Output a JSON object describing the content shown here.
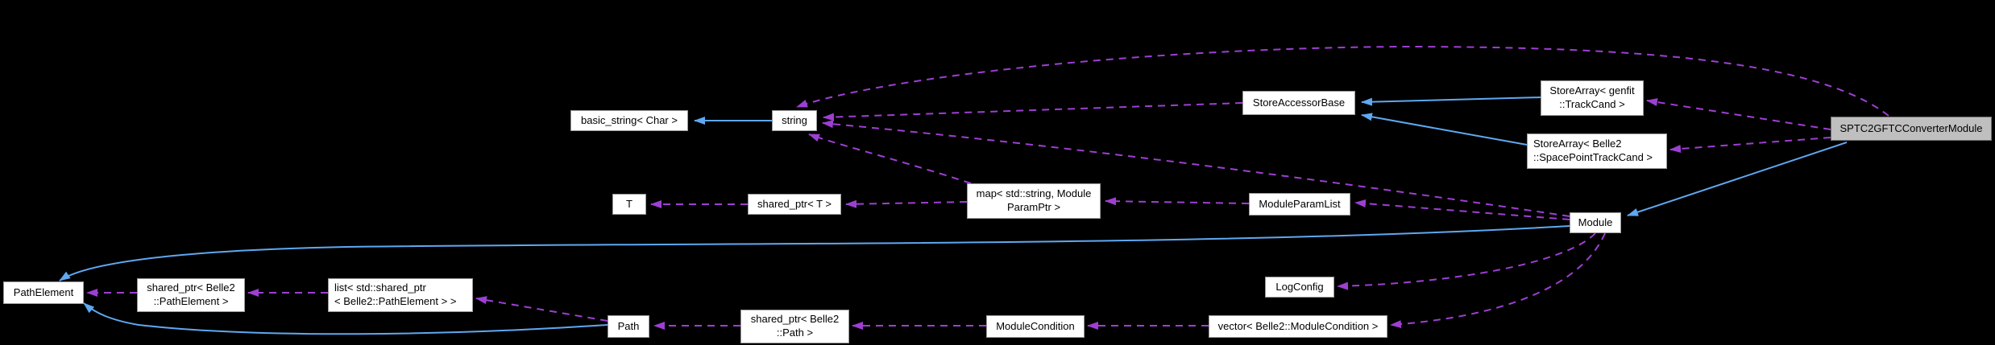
{
  "diagram": {
    "kind": "collaboration-graph",
    "highlighted_node": "SPTC2GFTCConverterModule",
    "nodes": {
      "basic_string": {
        "label": "basic_string< Char >"
      },
      "string": {
        "label": "string"
      },
      "store_accessor_base": {
        "label": "StoreAccessorBase"
      },
      "store_array_genfit": {
        "label": "StoreArray< genfit\n::TrackCand >"
      },
      "store_array_belle2": {
        "label": "StoreArray< Belle2\n::SpacePointTrackCand >"
      },
      "sptc2gftc": {
        "label": "SPTC2GFTCConverterModule"
      },
      "t": {
        "label": "T"
      },
      "shared_ptr_t": {
        "label": "shared_ptr< T >"
      },
      "map_param": {
        "label": "map< std::string, Module\nParamPtr >"
      },
      "module_param_list": {
        "label": "ModuleParamList"
      },
      "module": {
        "label": "Module"
      },
      "path_element": {
        "label": "PathElement"
      },
      "shared_ptr_path_element": {
        "label": "shared_ptr< Belle2\n::PathElement >"
      },
      "list_shared_ptr": {
        "label": "list< std::shared_ptr\n< Belle2::PathElement > >"
      },
      "path": {
        "label": "Path"
      },
      "shared_ptr_path": {
        "label": "shared_ptr< Belle2\n::Path >"
      },
      "module_condition": {
        "label": "ModuleCondition"
      },
      "vector_module_condition": {
        "label": "vector< Belle2::ModuleCondition >"
      },
      "log_config": {
        "label": "LogConfig"
      }
    },
    "edges": [
      {
        "from": "string",
        "to": "basic_string< Char >",
        "type": "inheritance"
      },
      {
        "from": "StoreArray< genfit::TrackCand >",
        "to": "StoreAccessorBase",
        "type": "inheritance"
      },
      {
        "from": "StoreArray< Belle2::SpacePointTrackCand >",
        "to": "StoreAccessorBase",
        "type": "inheritance"
      },
      {
        "from": "SPTC2GFTCConverterModule",
        "to": "Module",
        "type": "inheritance"
      },
      {
        "from": "Module",
        "to": "PathElement",
        "type": "inheritance"
      },
      {
        "from": "Path",
        "to": "PathElement",
        "type": "inheritance"
      },
      {
        "from": "SPTC2GFTCConverterModule",
        "to": "string",
        "type": "usage"
      },
      {
        "from": "SPTC2GFTCConverterModule",
        "to": "StoreArray< genfit::TrackCand >",
        "type": "usage"
      },
      {
        "from": "SPTC2GFTCConverterModule",
        "to": "StoreArray< Belle2::SpacePointTrackCand >",
        "type": "usage"
      },
      {
        "from": "StoreAccessorBase",
        "to": "string",
        "type": "usage"
      },
      {
        "from": "Module",
        "to": "string",
        "type": "usage"
      },
      {
        "from": "map< std::string, ModuleParamPtr >",
        "to": "string",
        "type": "usage"
      },
      {
        "from": "map< std::string, ModuleParamPtr >",
        "to": "shared_ptr< T >",
        "type": "usage"
      },
      {
        "from": "shared_ptr< T >",
        "to": "T",
        "type": "usage"
      },
      {
        "from": "ModuleParamList",
        "to": "map< std::string, ModuleParamPtr >",
        "type": "usage"
      },
      {
        "from": "Module",
        "to": "ModuleParamList",
        "type": "usage"
      },
      {
        "from": "Module",
        "to": "LogConfig",
        "type": "usage"
      },
      {
        "from": "Module",
        "to": "vector< Belle2::ModuleCondition >",
        "type": "usage"
      },
      {
        "from": "vector< Belle2::ModuleCondition >",
        "to": "ModuleCondition",
        "type": "usage"
      },
      {
        "from": "ModuleCondition",
        "to": "shared_ptr< Belle2::Path >",
        "type": "usage"
      },
      {
        "from": "shared_ptr< Belle2::Path >",
        "to": "Path",
        "type": "usage"
      },
      {
        "from": "Path",
        "to": "list< std::shared_ptr< Belle2::PathElement > >",
        "type": "usage"
      },
      {
        "from": "list< std::shared_ptr< Belle2::PathElement > >",
        "to": "shared_ptr< Belle2::PathElement >",
        "type": "usage"
      },
      {
        "from": "shared_ptr< Belle2::PathElement >",
        "to": "PathElement",
        "type": "usage"
      }
    ]
  },
  "colors": {
    "background": "#000000",
    "node_bg": "#ffffff",
    "node_border": "#9a9a9a",
    "highlight_bg": "#bfbfbf",
    "highlight_border": "#707070",
    "edge_solid": "#5fa8f2",
    "edge_dashed": "#9e3fd3",
    "text": "#000000"
  }
}
